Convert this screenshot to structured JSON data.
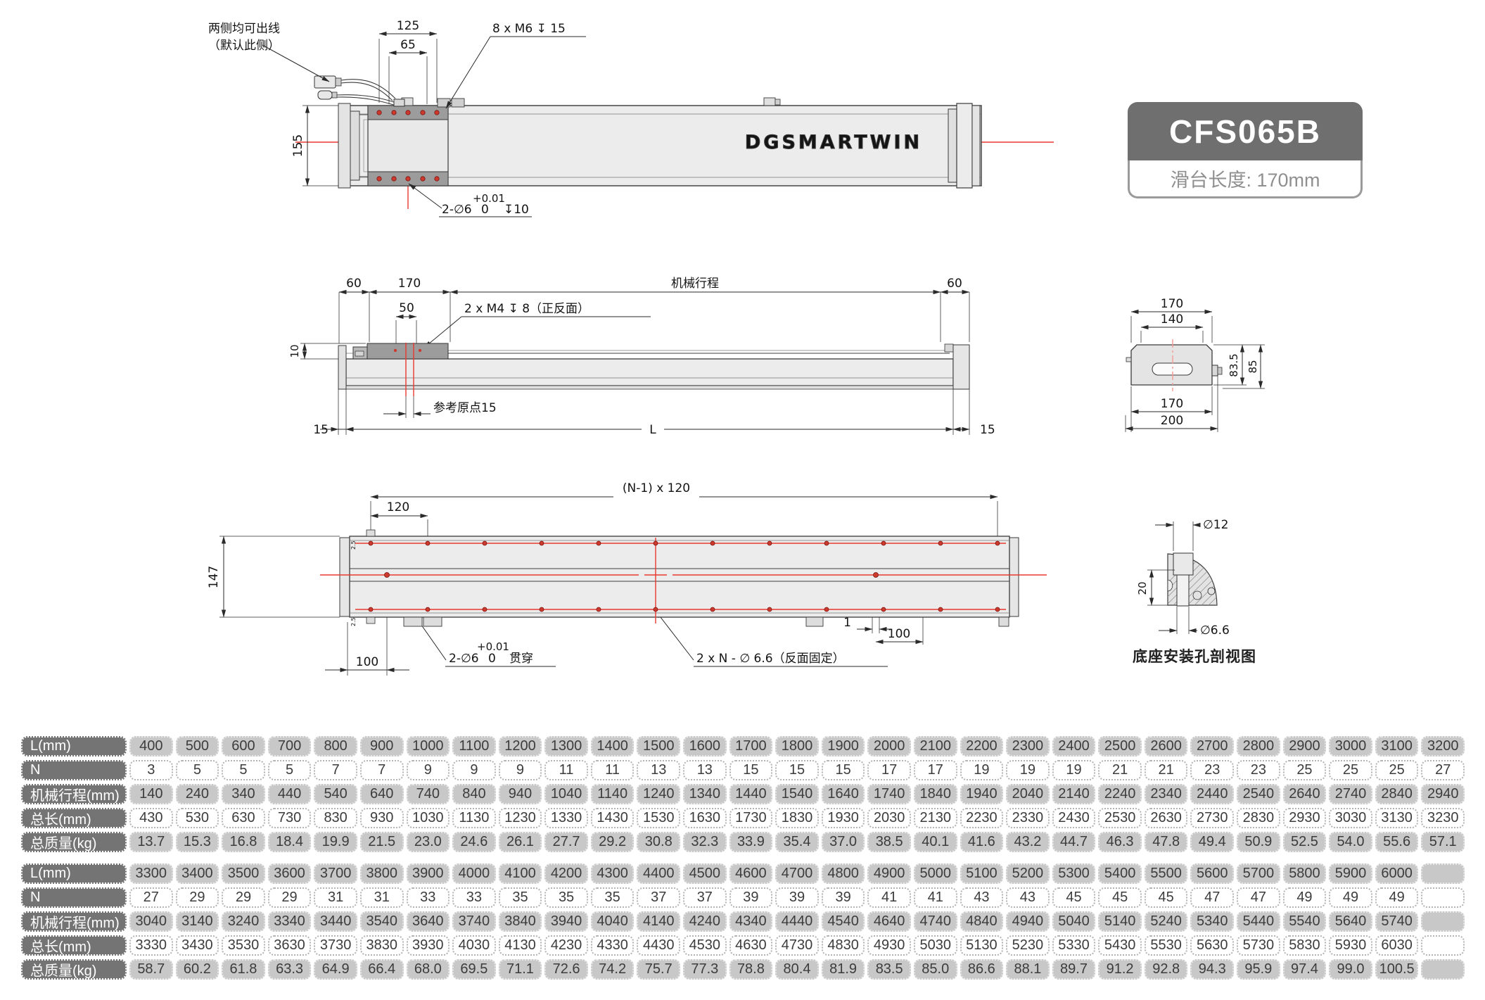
{
  "colors": {
    "centerline_red": "#e8392f",
    "pink_centerline": "#f49a93",
    "table_header_bg": "#747474",
    "table_gray_cell": "#c8c8c8",
    "model_header_bg": "#6f6f6f"
  },
  "product": {
    "model": "CFS065B",
    "slider_length": "滑台长度: 170mm",
    "brand": "DGSMARTWIN"
  },
  "d": {
    "top": {
      "cable_note1": "两侧均可出线",
      "cable_note2": "（默认此侧）",
      "dim125": "125",
      "dim65": "65",
      "thread_note": "8 x M6 ↧ 15",
      "dim155": "155",
      "hole_prefix": "2-∅6",
      "tol_low": "0",
      "tol_up": "+0.01",
      "depth": "↧10"
    },
    "side": {
      "dim60a": "60",
      "dim170": "170",
      "stroke_label": "机械行程",
      "dim60b": "60",
      "dim50": "50",
      "dim10": "10",
      "thread_note": "2 x M4 ↧ 8（正反面）",
      "origin_note": "参考原点15",
      "dim15a": "15",
      "dimL": "L",
      "dim15b": "15"
    },
    "end": {
      "dim170t": "170",
      "dim140": "140",
      "dim835": "83.5",
      "dim85": "85",
      "dim170b": "170",
      "dim200": "200"
    },
    "bottom": {
      "pattern": "(N-1) x 120",
      "dim120": "120",
      "dim147": "147",
      "dim100a": "100",
      "hole_prefix": "2-∅6",
      "tol_low": "0",
      "tol_up": "+0.01",
      "through": "贯穿",
      "mount_note": "2 x N - ∅ 6.6（反面固定）",
      "dim1": "1",
      "dim100b": "100",
      "chamfer": "2.5"
    },
    "section": {
      "d12": "∅12",
      "dim20": "20",
      "d66": "∅6.6",
      "caption": "底座安装孔剖视图"
    }
  },
  "spec_tables": [
    {
      "rows": [
        {
          "label": "L(mm)",
          "style": "gray",
          "values": [
            "400",
            "500",
            "600",
            "700",
            "800",
            "900",
            "1000",
            "1100",
            "1200",
            "1300",
            "1400",
            "1500",
            "1600",
            "1700",
            "1800",
            "1900",
            "2000",
            "2100",
            "2200",
            "2300",
            "2400",
            "2500",
            "2600",
            "2700",
            "2800",
            "2900",
            "3000",
            "3100",
            "3200"
          ]
        },
        {
          "label": "N",
          "style": "white",
          "values": [
            "3",
            "5",
            "5",
            "5",
            "7",
            "7",
            "9",
            "9",
            "9",
            "11",
            "11",
            "13",
            "13",
            "15",
            "15",
            "15",
            "17",
            "17",
            "19",
            "19",
            "19",
            "21",
            "21",
            "23",
            "23",
            "25",
            "25",
            "25",
            "27"
          ]
        },
        {
          "label": "机械行程(mm)",
          "style": "gray",
          "values": [
            "140",
            "240",
            "340",
            "440",
            "540",
            "640",
            "740",
            "840",
            "940",
            "1040",
            "1140",
            "1240",
            "1340",
            "1440",
            "1540",
            "1640",
            "1740",
            "1840",
            "1940",
            "2040",
            "2140",
            "2240",
            "2340",
            "2440",
            "2540",
            "2640",
            "2740",
            "2840",
            "2940"
          ]
        },
        {
          "label": "总长(mm)",
          "style": "white",
          "values": [
            "430",
            "530",
            "630",
            "730",
            "830",
            "930",
            "1030",
            "1130",
            "1230",
            "1330",
            "1430",
            "1530",
            "1630",
            "1730",
            "1830",
            "1930",
            "2030",
            "2130",
            "2230",
            "2330",
            "2430",
            "2530",
            "2630",
            "2730",
            "2830",
            "2930",
            "3030",
            "3130",
            "3230"
          ]
        },
        {
          "label": "总质量(kg)",
          "style": "gray",
          "values": [
            "13.7",
            "15.3",
            "16.8",
            "18.4",
            "19.9",
            "21.5",
            "23.0",
            "24.6",
            "26.1",
            "27.7",
            "29.2",
            "30.8",
            "32.3",
            "33.9",
            "35.4",
            "37.0",
            "38.5",
            "40.1",
            "41.6",
            "43.2",
            "44.7",
            "46.3",
            "47.8",
            "49.4",
            "50.9",
            "52.5",
            "54.0",
            "55.6",
            "57.1"
          ]
        }
      ]
    },
    {
      "rows": [
        {
          "label": "L(mm)",
          "style": "gray",
          "values": [
            "3300",
            "3400",
            "3500",
            "3600",
            "3700",
            "3800",
            "3900",
            "4000",
            "4100",
            "4200",
            "4300",
            "4400",
            "4500",
            "4600",
            "4700",
            "4800",
            "4900",
            "5000",
            "5100",
            "5200",
            "5300",
            "5400",
            "5500",
            "5600",
            "5700",
            "5800",
            "5900",
            "6000",
            ""
          ]
        },
        {
          "label": "N",
          "style": "white",
          "values": [
            "27",
            "29",
            "29",
            "29",
            "31",
            "31",
            "33",
            "33",
            "35",
            "35",
            "35",
            "37",
            "37",
            "39",
            "39",
            "39",
            "41",
            "41",
            "43",
            "43",
            "45",
            "45",
            "45",
            "47",
            "47",
            "49",
            "49",
            "49",
            ""
          ]
        },
        {
          "label": "机械行程(mm)",
          "style": "gray",
          "values": [
            "3040",
            "3140",
            "3240",
            "3340",
            "3440",
            "3540",
            "3640",
            "3740",
            "3840",
            "3940",
            "4040",
            "4140",
            "4240",
            "4340",
            "4440",
            "4540",
            "4640",
            "4740",
            "4840",
            "4940",
            "5040",
            "5140",
            "5240",
            "5340",
            "5440",
            "5540",
            "5640",
            "5740",
            ""
          ]
        },
        {
          "label": "总长(mm)",
          "style": "white",
          "values": [
            "3330",
            "3430",
            "3530",
            "3630",
            "3730",
            "3830",
            "3930",
            "4030",
            "4130",
            "4230",
            "4330",
            "4430",
            "4530",
            "4630",
            "4730",
            "4830",
            "4930",
            "5030",
            "5130",
            "5230",
            "5330",
            "5430",
            "5530",
            "5630",
            "5730",
            "5830",
            "5930",
            "6030",
            ""
          ]
        },
        {
          "label": "总质量(kg)",
          "style": "gray",
          "values": [
            "58.7",
            "60.2",
            "61.8",
            "63.3",
            "64.9",
            "66.4",
            "68.0",
            "69.5",
            "71.1",
            "72.6",
            "74.2",
            "75.7",
            "77.3",
            "78.8",
            "80.4",
            "81.9",
            "83.5",
            "85.0",
            "86.6",
            "88.1",
            "89.7",
            "91.2",
            "92.8",
            "94.3",
            "95.9",
            "97.4",
            "99.0",
            "100.5",
            ""
          ]
        }
      ]
    }
  ]
}
